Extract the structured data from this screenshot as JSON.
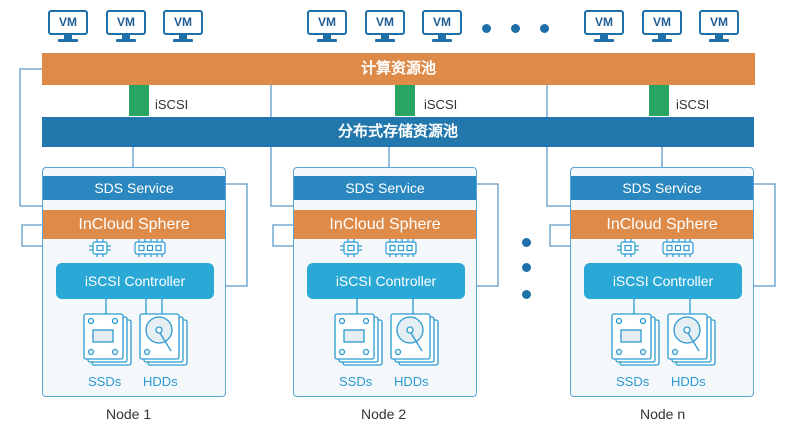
{
  "vm_label": "VM",
  "vm_groups": [
    {
      "count": 3
    },
    {
      "count": 3
    },
    {
      "count": 3
    }
  ],
  "compute_pool": {
    "label": "计算资源池",
    "color": "#de8a48"
  },
  "storage_pool": {
    "label": "分布式存储资源池",
    "color": "#2278ad"
  },
  "iscsi_label": "iSCSI",
  "iscsi_color": "#28a463",
  "nodes": [
    {
      "name": "Node 1",
      "sds": "SDS Service",
      "sphere": "InCloud Sphere",
      "controller": "iSCSI Controller",
      "ssd": "SSDs",
      "hdd": "HDDs"
    },
    {
      "name": "Node 2",
      "sds": "SDS Service",
      "sphere": "InCloud Sphere",
      "controller": "iSCSI Controller",
      "ssd": "SSDs",
      "hdd": "HDDs"
    },
    {
      "name": "Node n",
      "sds": "SDS Service",
      "sphere": "InCloud Sphere",
      "controller": "iSCSI Controller",
      "ssd": "SSDs",
      "hdd": "HDDs"
    }
  ]
}
